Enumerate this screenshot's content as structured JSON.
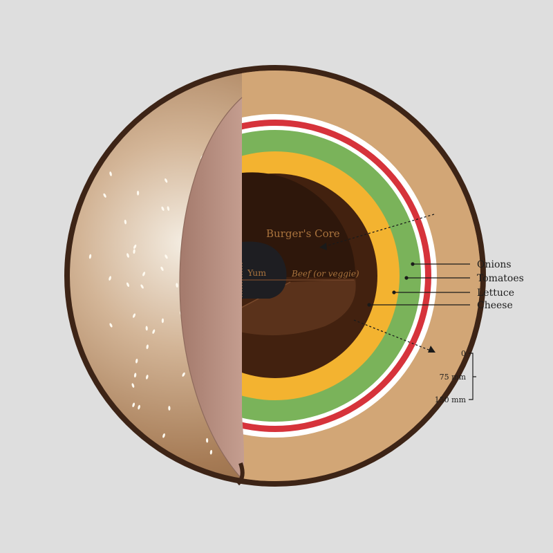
{
  "core": {
    "title": "Burger's Core",
    "inner_label": "Yum",
    "layer_label": "Beef (or veggie)"
  },
  "layers": [
    {
      "name": "Onions",
      "color": "#ffffff"
    },
    {
      "name": "Tomatoes",
      "color": "#d6333b"
    },
    {
      "name": "Lettuce",
      "color": "#7ab35a"
    },
    {
      "name": "Cheese",
      "color": "#f3b330"
    }
  ],
  "scale": {
    "ticks": [
      "0",
      "75 mm",
      "150 mm"
    ]
  },
  "colors": {
    "background": "#dedede",
    "bun_outline": "#3d2416",
    "bun_crust": "#a57a54",
    "bun_cut": "#d2a676",
    "bun_interior": "#b48d80",
    "patty": "#42210f",
    "patty_dark": "#2b150a",
    "core": "#1e1e22",
    "label_text": "#a9733d",
    "leader": "#1a1a1a",
    "annotation_text": "#1c1c1c",
    "sesame": "#fffaf0"
  }
}
